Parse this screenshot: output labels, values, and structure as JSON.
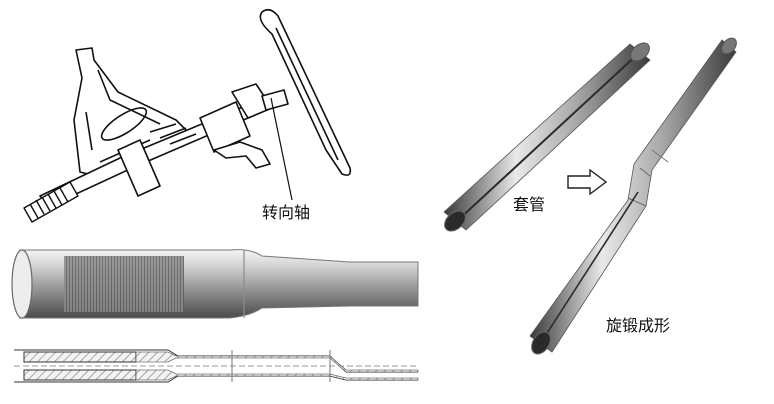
{
  "labels": {
    "steering_shaft": "转向轴",
    "sleeve_tube": "套管",
    "rotary_swaging": "旋锻成形"
  },
  "colors": {
    "line_art": "#111111",
    "tube_light": "#e6e6e6",
    "tube_dark": "#4a4a4a",
    "cross_section_hatch": "#888888"
  }
}
